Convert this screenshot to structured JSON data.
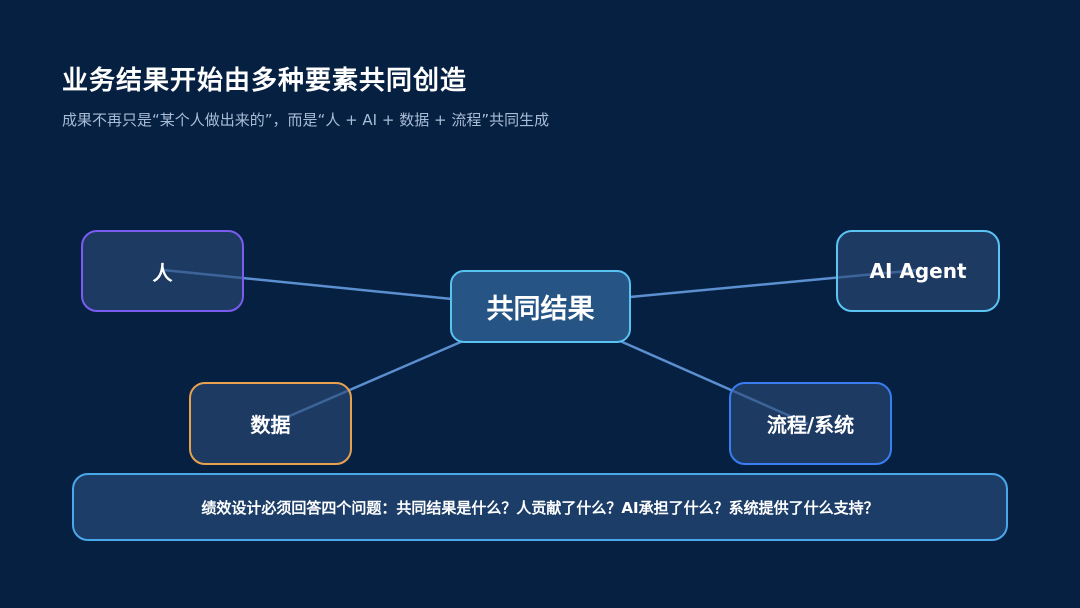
{
  "header": {
    "title": "业务结果开始由多种要素共同创造",
    "subtitle": "成果不再只是“某个人做出来的”，而是“人 + AI + 数据 + 流程”共同生成"
  },
  "diagram": {
    "center": "共同结果",
    "nodes": {
      "person": "人",
      "agent": "AI Agent",
      "data": "数据",
      "process": "流程/系统"
    }
  },
  "footer": {
    "text": "绩效设计必须回答四个问题：共同结果是什么？人贡献了什么？AI承担了什么？系统提供了什么支持？"
  },
  "colors": {
    "background": "#062042",
    "connector": "#5b8fd0",
    "person_border": "#7a5cf0",
    "agent_border": "#5cc4f2",
    "data_border": "#e8a14e",
    "process_border": "#3a7df0",
    "center_border": "#58c2f0",
    "footer_border": "#4aa8ea"
  }
}
